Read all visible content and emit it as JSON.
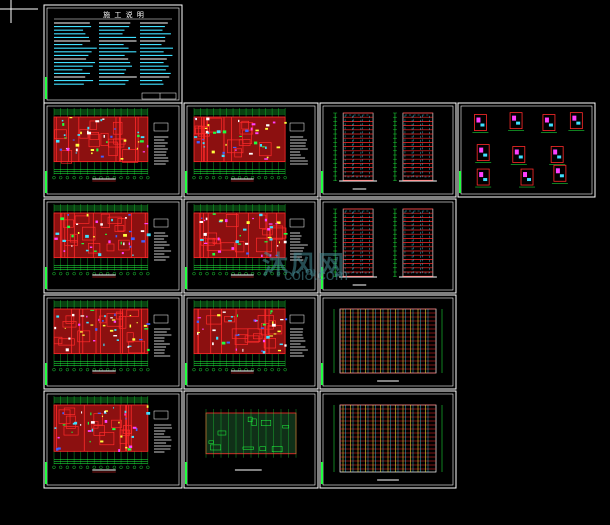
{
  "app": {
    "view": "CAD model space",
    "background": "#000000"
  },
  "cover_sheet": {
    "title": "施 工 说 明"
  },
  "sheets": [
    {
      "id": "cover",
      "kind": "design-notes"
    },
    {
      "id": "r1c1",
      "kind": "floor-plan"
    },
    {
      "id": "r1c2",
      "kind": "floor-plan"
    },
    {
      "id": "r1c3",
      "kind": "section"
    },
    {
      "id": "r1c4",
      "kind": "details"
    },
    {
      "id": "r2c1",
      "kind": "floor-plan"
    },
    {
      "id": "r2c2",
      "kind": "floor-plan"
    },
    {
      "id": "r2c3",
      "kind": "section"
    },
    {
      "id": "r3c1",
      "kind": "floor-plan"
    },
    {
      "id": "r3c2",
      "kind": "floor-plan"
    },
    {
      "id": "r3c3",
      "kind": "elevation"
    },
    {
      "id": "r4c1",
      "kind": "floor-plan"
    },
    {
      "id": "r4c2",
      "kind": "roof-plan"
    },
    {
      "id": "r4c3",
      "kind": "elevation"
    }
  ],
  "watermark": {
    "big": "沐风网",
    "url": "coi8.com"
  },
  "colors": {
    "frame": "#ffffff",
    "wall": "#ff2a2a",
    "wall_fill": "#8c1010",
    "dimension": "#20ff40",
    "annotation": "#ffffff",
    "cyan": "#40e0ff",
    "magenta": "#ff40ff",
    "yellow": "#ffff40",
    "blue": "#4060ff"
  }
}
